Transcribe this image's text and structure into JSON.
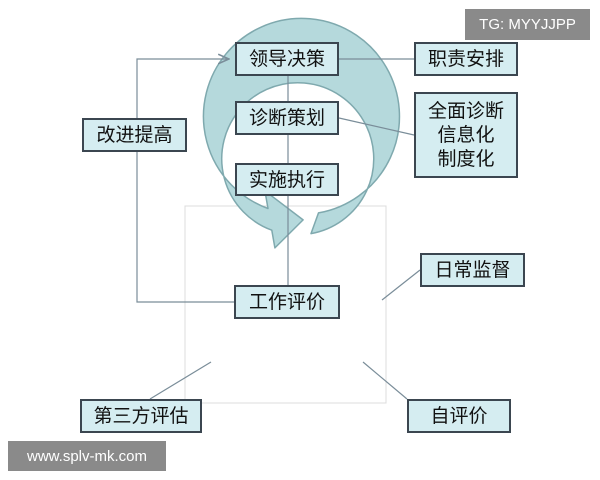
{
  "watermarks": {
    "top_right": "TG: MYYJJPP",
    "bottom_left": "www.splv-mk.com"
  },
  "nodes": {
    "leadership": "领导决策",
    "responsibility": "职责安排",
    "diagnosis": "诊断策划",
    "informatization": [
      "全面诊断",
      "信息化",
      "制度化"
    ],
    "implementation": "实施执行",
    "improvement": "改进提高",
    "evaluation": "工作评价",
    "daily_supervision": "日常监督",
    "third_party": "第三方评估",
    "self_evaluation": "自评价"
  },
  "colors": {
    "box_fill": "#d5edf1",
    "box_border": "#3b4650",
    "cycle_fill": "#b5d9dc",
    "cycle_stroke": "#7fa9ae",
    "line": "#7a8d99"
  }
}
